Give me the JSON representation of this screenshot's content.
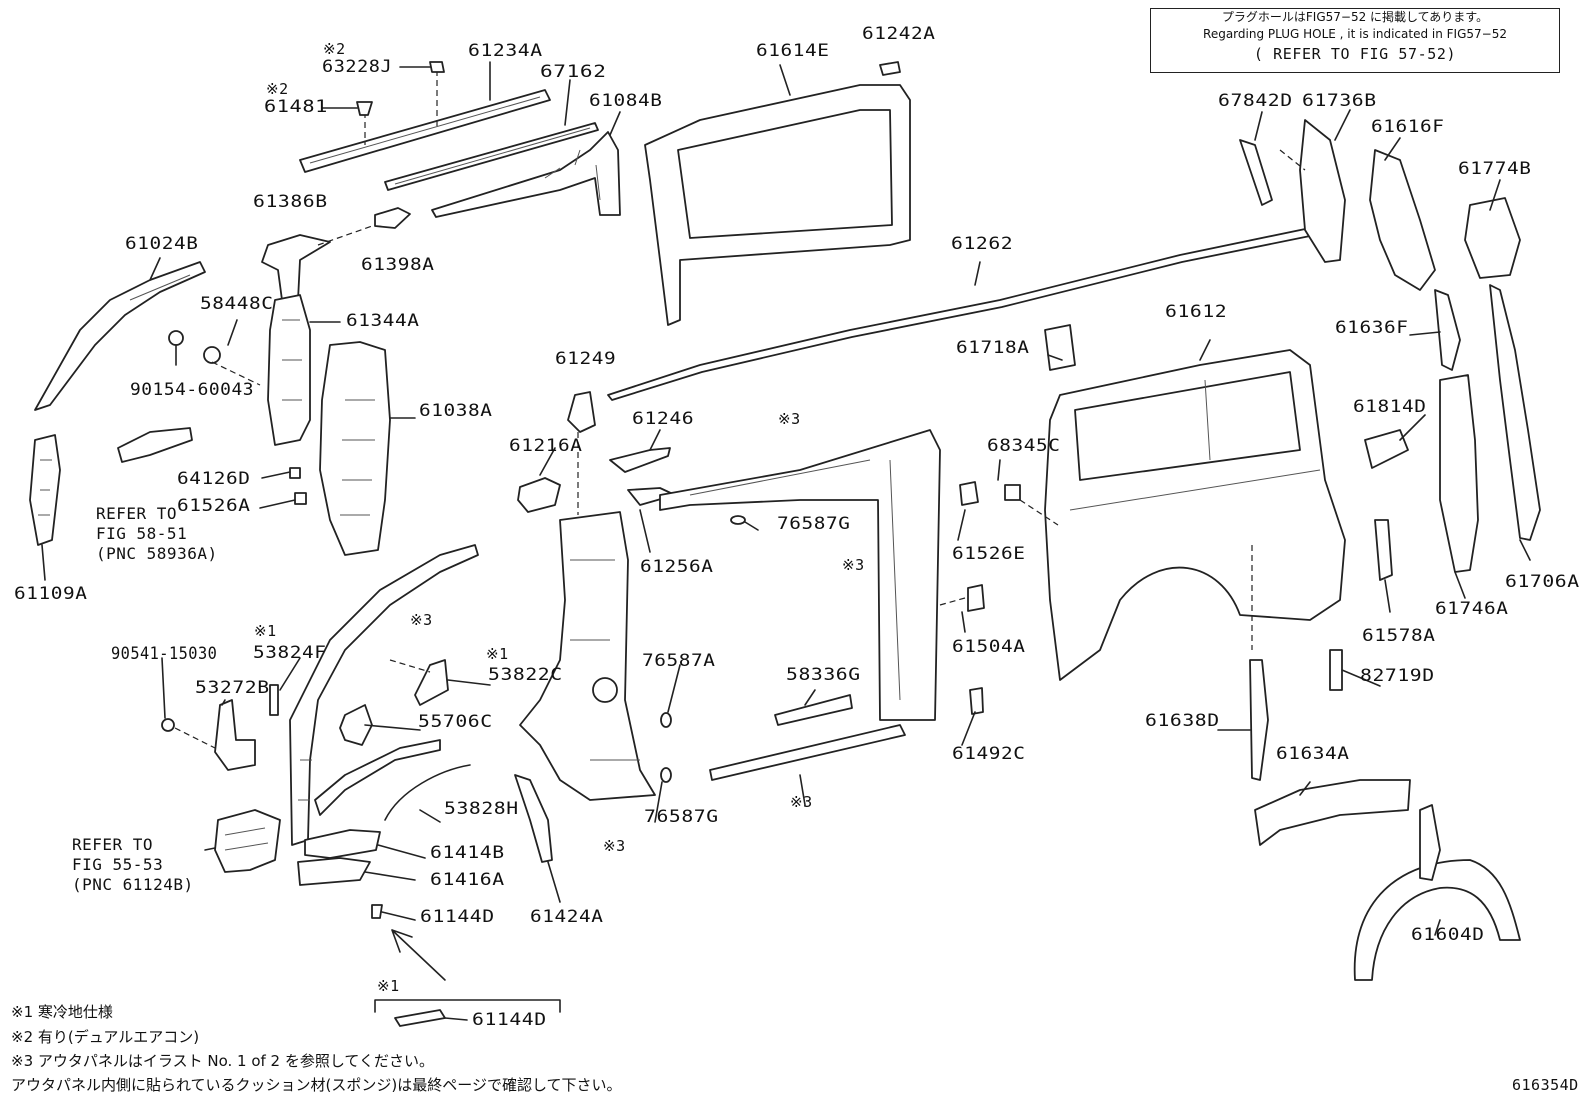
{
  "note_box": {
    "jp": "プラグホールはFIG57−52 に掲載してあります。",
    "en": "Regarding PLUG HOLE , it is indicated in FIG57−52",
    "ref": "( REFER TO FIG 57-52)"
  },
  "parts": [
    {
      "id": "p01",
      "label": "63228J"
    },
    {
      "id": "p02",
      "label": "61234A"
    },
    {
      "id": "p03",
      "label": "67162"
    },
    {
      "id": "p04",
      "label": "61614E"
    },
    {
      "id": "p05",
      "label": "61242A"
    },
    {
      "id": "p06",
      "label": "61481"
    },
    {
      "id": "p07",
      "label": "61084B"
    },
    {
      "id": "p08",
      "label": "67842D"
    },
    {
      "id": "p09",
      "label": "61736B"
    },
    {
      "id": "p10",
      "label": "61616F"
    },
    {
      "id": "p11",
      "label": "61774B"
    },
    {
      "id": "p12",
      "label": "61386B"
    },
    {
      "id": "p13",
      "label": "61024B"
    },
    {
      "id": "p14",
      "label": "61398A"
    },
    {
      "id": "p15",
      "label": "61262"
    },
    {
      "id": "p16",
      "label": "58448C"
    },
    {
      "id": "p17",
      "label": "61344A"
    },
    {
      "id": "p18",
      "label": "61612"
    },
    {
      "id": "p19",
      "label": "61636F"
    },
    {
      "id": "p20",
      "label": "61718A"
    },
    {
      "id": "p21",
      "label": "90154-60043"
    },
    {
      "id": "p22",
      "label": "61249"
    },
    {
      "id": "p23",
      "label": "61038A"
    },
    {
      "id": "p24",
      "label": "61814D"
    },
    {
      "id": "p25",
      "label": "61246"
    },
    {
      "id": "p26",
      "label": "61216A"
    },
    {
      "id": "p27",
      "label": "68345C"
    },
    {
      "id": "p28",
      "label": "64126D"
    },
    {
      "id": "p29",
      "label": "61526A"
    },
    {
      "id": "p30",
      "label": "76587G"
    },
    {
      "id": "p31",
      "label": "61526E"
    },
    {
      "id": "p32",
      "label": "61256A"
    },
    {
      "id": "p33",
      "label": "61109A"
    },
    {
      "id": "p34",
      "label": "61706A"
    },
    {
      "id": "p35",
      "label": "61746A"
    },
    {
      "id": "p36",
      "label": "61578A"
    },
    {
      "id": "p37",
      "label": "61504A"
    },
    {
      "id": "p38",
      "label": "53824F"
    },
    {
      "id": "p39",
      "label": "90541-15030"
    },
    {
      "id": "p40",
      "label": "53822C"
    },
    {
      "id": "p41",
      "label": "76587A"
    },
    {
      "id": "p42",
      "label": "58336G"
    },
    {
      "id": "p43",
      "label": "82719D"
    },
    {
      "id": "p44",
      "label": "53272B"
    },
    {
      "id": "p45",
      "label": "55706C"
    },
    {
      "id": "p46",
      "label": "61638D"
    },
    {
      "id": "p47",
      "label": "61492C"
    },
    {
      "id": "p48",
      "label": "61634A"
    },
    {
      "id": "p49",
      "label": "53828H"
    },
    {
      "id": "p50",
      "label": "76587G"
    },
    {
      "id": "p51",
      "label": "61414B"
    },
    {
      "id": "p52",
      "label": "61416A"
    },
    {
      "id": "p53",
      "label": "61144D"
    },
    {
      "id": "p54",
      "label": "61424A"
    },
    {
      "id": "p55",
      "label": "61604D"
    },
    {
      "id": "p56",
      "label": "61144D"
    }
  ],
  "marks": {
    "m1": "※2",
    "m2": "※2",
    "m3": "※3",
    "m4": "※3",
    "m5": "※3",
    "m6": "※1",
    "m7": "※1",
    "m8": "※3",
    "m9": "※3",
    "m10": "※1"
  },
  "refs": [
    {
      "id": "r1",
      "lines": [
        "REFER TO",
        "FIG 58-51",
        "(PNC 58936A)"
      ]
    },
    {
      "id": "r2",
      "lines": [
        "REFER TO",
        "FIG 55-53",
        "(PNC 61124B)"
      ]
    }
  ],
  "footnotes": [
    "※1 寒冷地仕様",
    "※2 有り(デュアルエアコン)",
    "※3 アウタパネルはイラスト No. 1 of 2 を参照してください。",
    "アウタパネル内側に貼られているクッション材(スポンジ)は最終ページで確認して下さい。"
  ],
  "figure_number": "616354D"
}
